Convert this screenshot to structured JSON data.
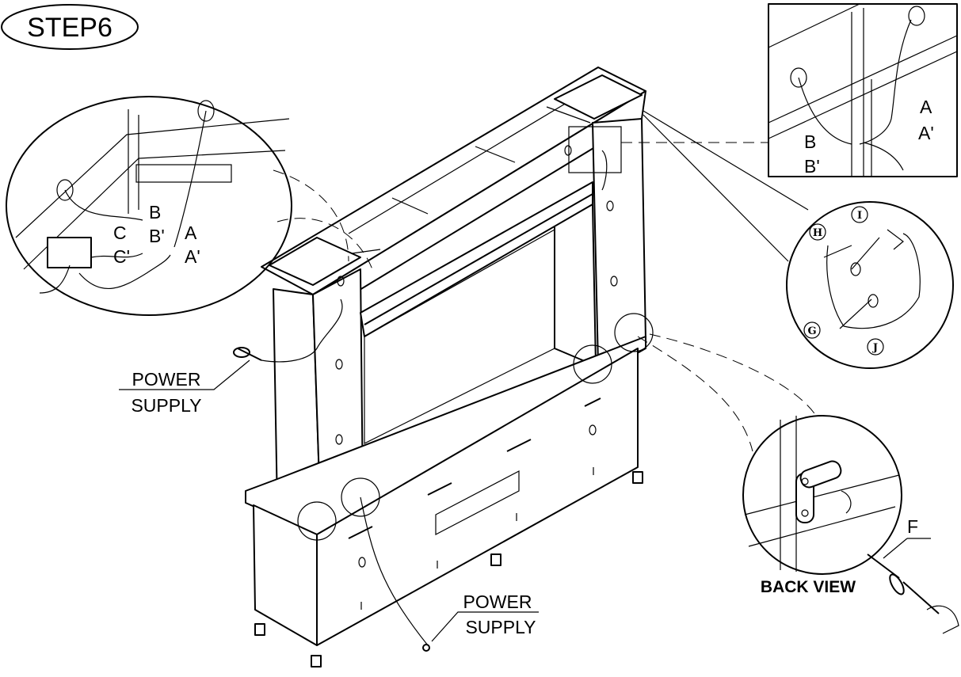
{
  "step_label": "STEP6",
  "connectors": {
    "a": "A",
    "a_prime": "A'",
    "b": "B",
    "b_prime": "B'",
    "c": "C",
    "c_prime": "C'"
  },
  "inset_connectors": {
    "a": "A",
    "a_prime": "A'",
    "b": "B",
    "b_prime": "B'"
  },
  "power_supply_left": {
    "line1": "POWER",
    "line2": "SUPPLY"
  },
  "power_supply_bottom": {
    "line1": "POWER",
    "line2": "SUPPLY"
  },
  "hardware": {
    "h": "H",
    "i": "I",
    "g": "G",
    "j": "J"
  },
  "screw_label": "F",
  "back_view_label": "BACK VIEW"
}
